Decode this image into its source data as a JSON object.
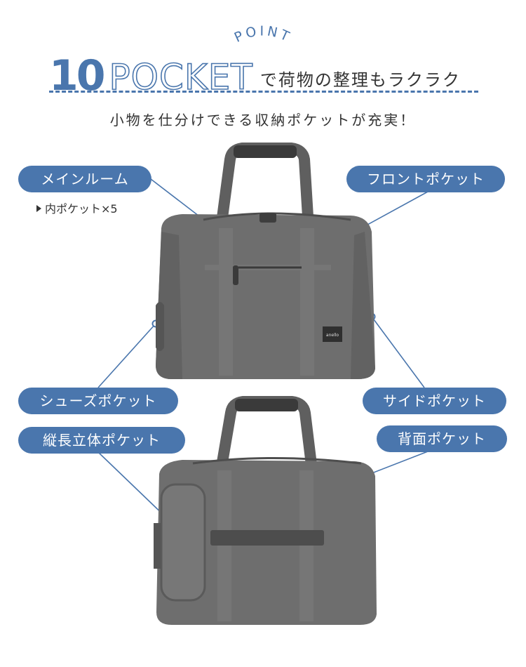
{
  "header": {
    "point_label": "POINT",
    "count": "10",
    "pocket_word": "POCKET",
    "headline_rest": "で荷物の整理もラクラク",
    "subtitle": "小物を仕分けできる収納ポケットが充実！"
  },
  "callouts": {
    "main_room": "メインルーム",
    "main_room_note": "内ポケット×5",
    "front_pocket": "フロントポケット",
    "shoes_pocket": "シューズポケット",
    "side_pocket": "サイドポケット",
    "vertical_pocket": "縦長立体ポケット",
    "back_pocket": "背面ポケット"
  },
  "brand_tag": "anello",
  "colors": {
    "accent": "#4a76ad",
    "bag_body": "#6c6c6c",
    "bag_dark": "#4a4a4a",
    "handle": "#3a3a3a"
  }
}
